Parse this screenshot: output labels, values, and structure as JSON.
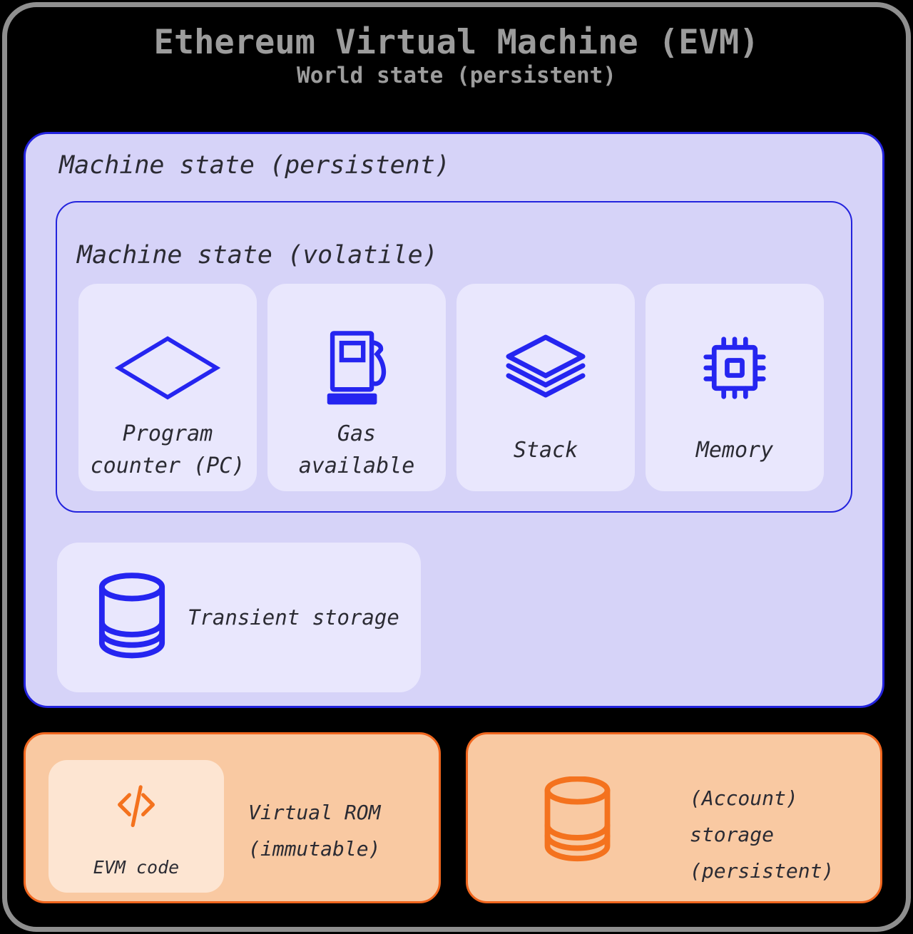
{
  "title": "Ethereum Virtual Machine (EVM)",
  "subtitle": "World state (persistent)",
  "machine_state_persistent": {
    "label": "Machine state (persistent)",
    "machine_state_volatile": {
      "label": "Machine state (volatile)",
      "cards": [
        {
          "icon": "diamond-icon",
          "lines": [
            "Program",
            "counter (PC)"
          ]
        },
        {
          "icon": "fuel-pump-icon",
          "lines": [
            "Gas",
            "available"
          ]
        },
        {
          "icon": "stack-layers-icon",
          "lines": [
            "Stack"
          ]
        },
        {
          "icon": "memory-chip-icon",
          "lines": [
            "Memory"
          ]
        }
      ]
    },
    "transient_storage": {
      "icon": "database-icon",
      "label": "Transient storage"
    }
  },
  "virtual_rom": {
    "evm_code_card": {
      "icon": "code-icon",
      "label": "EVM code"
    },
    "lines": [
      "Virtual ROM",
      "(immutable)"
    ]
  },
  "account_storage": {
    "icon": "database-icon",
    "lines": [
      "(Account)",
      "storage",
      "(persistent)"
    ]
  },
  "colors": {
    "frame_gray": "#8f8f8f",
    "title_gray": "#9c9c9c",
    "lavender_bg": "#d6d3f8",
    "card_bg": "#e9e7fd",
    "blue_border": "#2323dd",
    "icon_blue": "#2525f0",
    "orange_bg": "#f9c9a2",
    "orange_border": "#f0661e",
    "orange_card_bg": "#fde5d2",
    "icon_orange": "#f4721e",
    "text_dark": "#2b2b33",
    "background": "#000000"
  }
}
